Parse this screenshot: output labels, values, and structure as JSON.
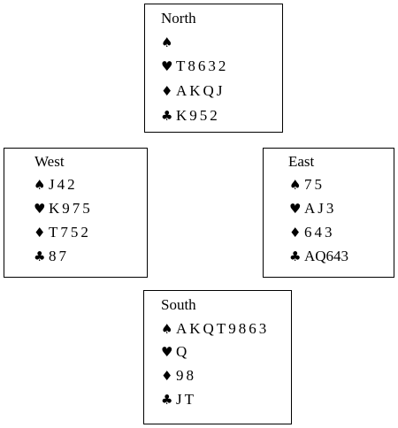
{
  "colors": {
    "text": "#000000",
    "border": "#000000",
    "background": "#ffffff"
  },
  "suits": {
    "spades": "♠",
    "hearts": "♥",
    "diamonds": "♦",
    "clubs": "♣"
  },
  "hands": {
    "north": {
      "name": "North",
      "spades": "",
      "hearts": "T8632",
      "diamonds": "AKQJ",
      "clubs": "K952"
    },
    "west": {
      "name": "West",
      "spades": "J42",
      "hearts": "K975",
      "diamonds": "T752",
      "clubs": "87"
    },
    "east": {
      "name": "East",
      "spades": "75",
      "hearts": "AJ3",
      "diamonds": "643",
      "clubs": "AQ643"
    },
    "south": {
      "name": "South",
      "spades": "AKQT9863",
      "hearts": "Q",
      "diamonds": "98",
      "clubs": "JT"
    }
  }
}
